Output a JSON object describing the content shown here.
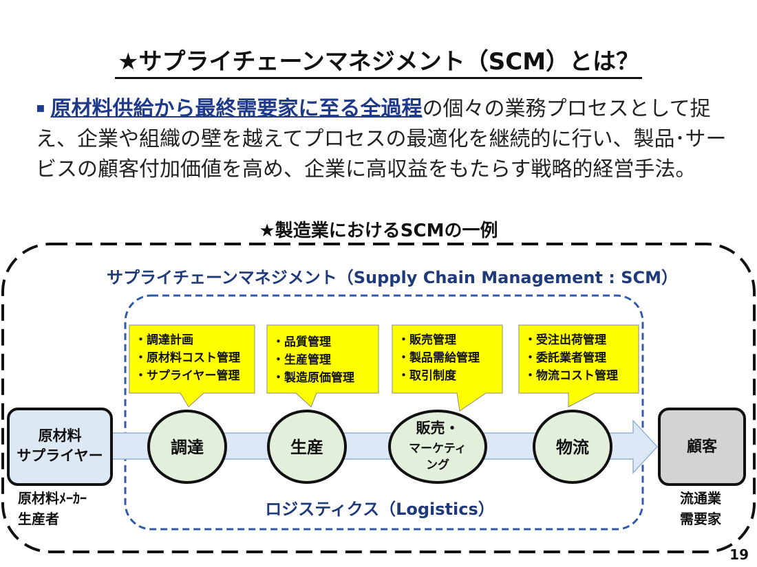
{
  "title": "★サプライチェーンマネジメント（SCM）とは？",
  "intro": {
    "bullet": "▪",
    "highlight": "原材料供給から最終需要家に至る全過程",
    "rest": "の個々の業務プロセスとして捉え、企業や組織の壁を越えてプロセスの最適化を継続的に行い、製品･サービスの顧客付加価値を高め、企業に高収益をもたらす戦略的経営手法。"
  },
  "subtitle": "★製造業におけるSCMの一例",
  "diagram": {
    "scm_label": "サプライチェーンマネジメント（Supply Chain Management : SCM）",
    "logistics_label": "ロジスティクス（Logistics）",
    "supplier": {
      "line1": "原材料",
      "line2": "サプライヤー"
    },
    "supplier_caption": {
      "line1": "原材料ﾒｰｶｰ",
      "line2": "生産者"
    },
    "customer": {
      "label": "顧客"
    },
    "customer_caption": {
      "line1": "流通業",
      "line2": "需要家"
    },
    "stages": [
      {
        "label": "調達"
      },
      {
        "label": "生産"
      },
      {
        "line1": "販売・",
        "line2": "マーケティ",
        "line3": "ング"
      },
      {
        "label": "物流"
      }
    ],
    "callouts": [
      {
        "items": [
          "・調達計画",
          "・原材料コスト管理",
          "・サプライヤー管理"
        ]
      },
      {
        "items": [
          "・品質管理",
          "・生産管理",
          "・製造原価管理"
        ]
      },
      {
        "items": [
          "・販売管理",
          "・製品需給管理",
          "・取引制度"
        ]
      },
      {
        "items": [
          "・受注出荷管理",
          "・委託業者管理",
          "・物流コスト管理"
        ]
      }
    ]
  },
  "page_number": "19",
  "colors": {
    "navy": "#1f3a7a",
    "callout_fill": "#ffff00",
    "stage_fill": "#e2efda",
    "supplier_fill": "#dde8f5",
    "customer_fill": "#d3d3d3",
    "arrow_fill": "#dce8f5"
  }
}
